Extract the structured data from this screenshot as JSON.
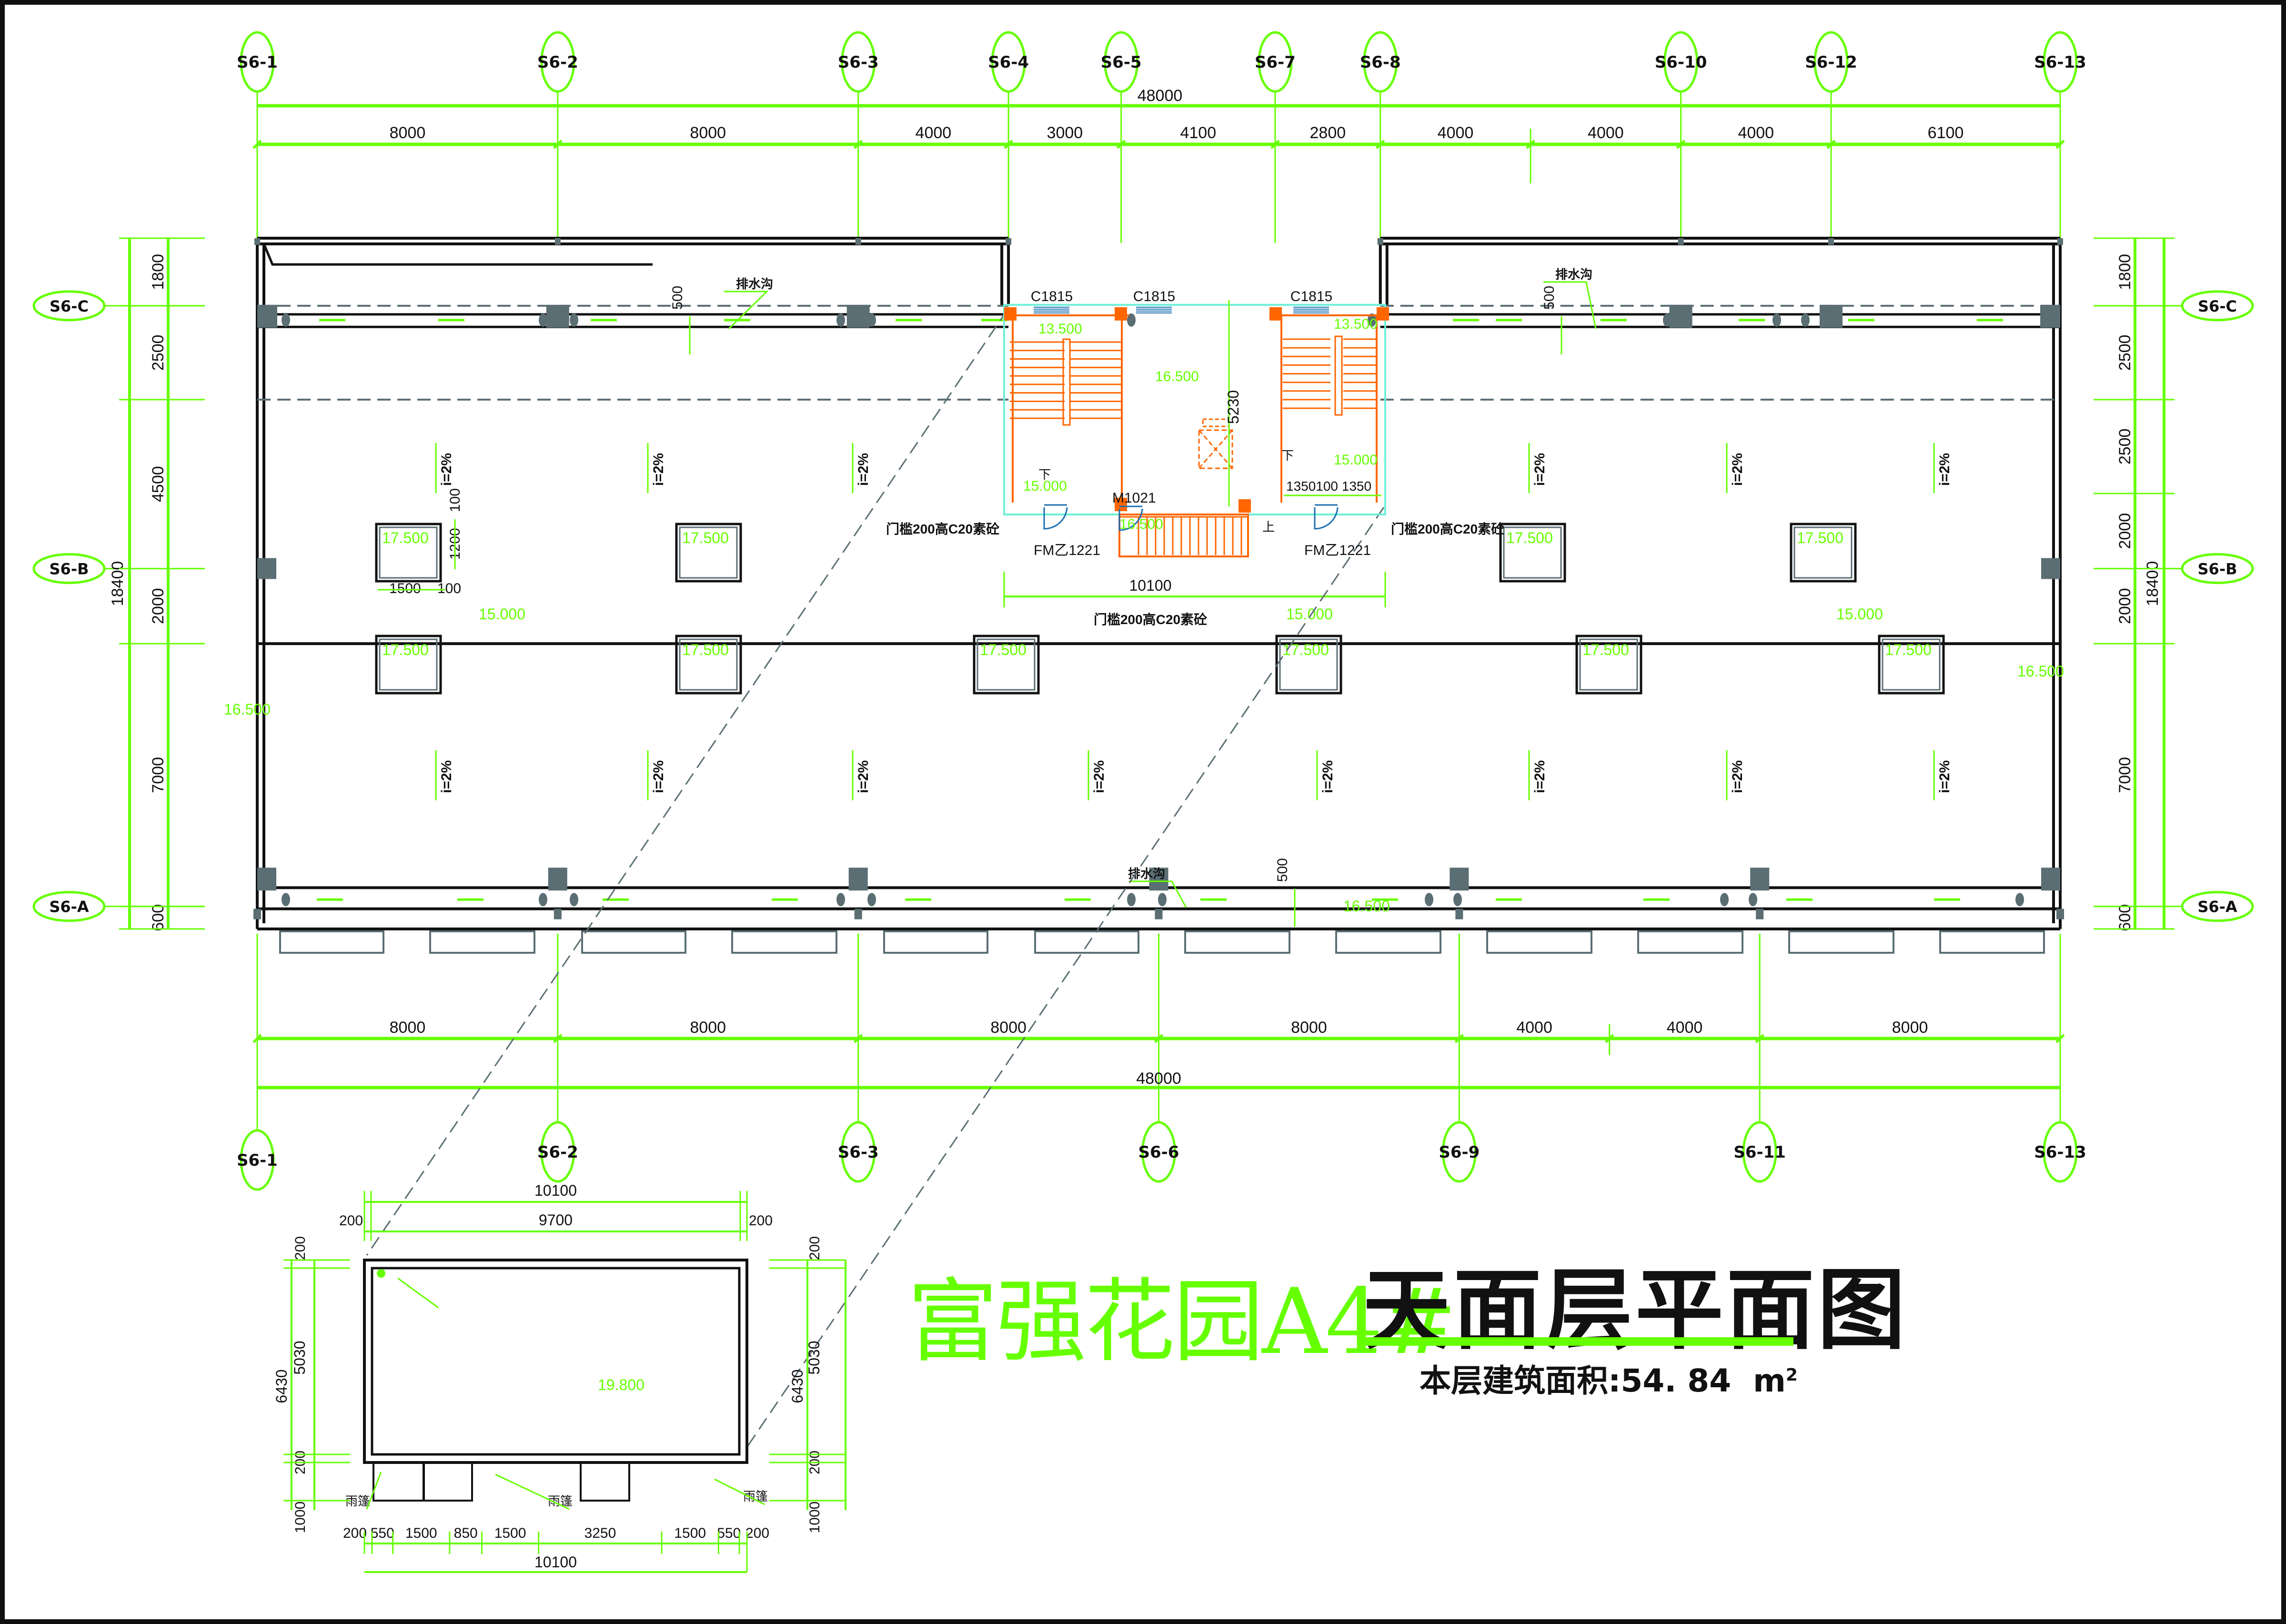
{
  "drawing": {
    "project_title": "富强花园A4#",
    "sheet_title": "天面层平面图",
    "area_label": "本层建筑面积:",
    "area_value": "54. 84",
    "area_unit": "m",
    "area_unit_sup": "2"
  },
  "colors": {
    "dimension": "#66ff00",
    "stair": "#ff6600",
    "column": "#5a6e73",
    "window": "#1c6fb0",
    "wall_line": "#111111"
  },
  "axes_top": [
    {
      "label": "S6-1",
      "mm": 0
    },
    {
      "label": "S6-2",
      "mm": 8000
    },
    {
      "label": "S6-3",
      "mm": 16000
    },
    {
      "label": "S6-4",
      "mm": 20000
    },
    {
      "label": "S6-5",
      "mm": 23000
    },
    {
      "label": "S6-7",
      "mm": 27100
    },
    {
      "label": "S6-8",
      "mm": 29900
    },
    {
      "label": "S6-10",
      "mm": 37900
    },
    {
      "label": "S6-12",
      "mm": 41900
    },
    {
      "label": "S6-13",
      "mm": 48000
    }
  ],
  "axes_bottom": [
    {
      "label": "S6-1",
      "mm": 0
    },
    {
      "label": "S6-2",
      "mm": 8000
    },
    {
      "label": "S6-3",
      "mm": 16000
    },
    {
      "label": "S6-6",
      "mm": 24000
    },
    {
      "label": "S6-9",
      "mm": 32000
    },
    {
      "label": "S6-11",
      "mm": 40000
    },
    {
      "label": "S6-13",
      "mm": 48000
    }
  ],
  "axes_side": [
    {
      "label": "S6-C",
      "mm": 1800
    },
    {
      "label": "S6-B",
      "mm": 8800
    },
    {
      "label": "S6-A",
      "mm": 17800
    }
  ],
  "dims_top": {
    "total": "48000",
    "segments": [
      "8000",
      "8000",
      "4000",
      "3000",
      "4100",
      "2800",
      "4000",
      "4000",
      "4000",
      "6100"
    ]
  },
  "dims_bottom": {
    "total": "48000",
    "segments": [
      "8000",
      "8000",
      "8000",
      "8000",
      "4000",
      "4000",
      "8000"
    ]
  },
  "dims_left": {
    "total": "18400",
    "segments": [
      "1800",
      "2500",
      "4500",
      "2000",
      "7000",
      "600"
    ]
  },
  "dims_right": {
    "total": "18400",
    "segments": [
      "1800",
      "2500",
      "2500",
      "2000",
      "2000",
      "7000",
      "600"
    ]
  },
  "labels": {
    "drain_ditch": "排水沟",
    "slope": "i=2%",
    "threshold_note": "门槛200高C20素砼",
    "window_tag": "C1815",
    "door_tag_fire": "FM乙1221",
    "door_tag_main": "M1021",
    "stair_down": "下",
    "stair_up": "上",
    "canopy": "雨篷",
    "dim_500": "500",
    "dim_5230": "5230",
    "dim_10100": "10100",
    "dim_1350_100_1350": "1350100 1350",
    "vent_w": "1500",
    "vent_gap": "100",
    "vent_h": "1200",
    "vent_top": "100"
  },
  "elevations": {
    "roof": "15.000",
    "parapet": "16.500",
    "vent": "17.500",
    "stair_landing": "13.500",
    "stair_top": "15.000",
    "stair_core": "16.500",
    "gutter": "16.500",
    "upper_roof": "19.800"
  },
  "detail_plan": {
    "top_total": "10100",
    "top_inner": "9700",
    "top_side": "200",
    "left_total": "6430",
    "left_inner": "5030",
    "left_side": "200",
    "left_canopy": "1000",
    "bottom_segments": [
      "200",
      "550",
      "1500",
      "850",
      "1500",
      "3250",
      "1500",
      "550",
      "200"
    ],
    "bottom_total": "10100"
  }
}
